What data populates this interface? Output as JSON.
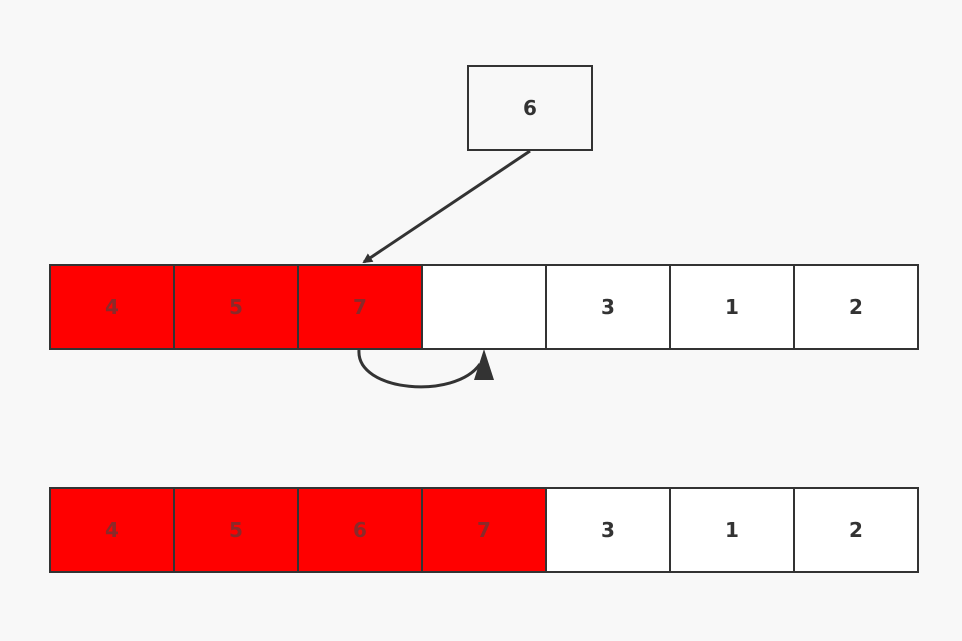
{
  "colors": {
    "sorted_fill": "#ff0000",
    "sorted_text": "#8a2a2a",
    "unsorted_fill": "#ffffff",
    "unsorted_text": "#333333",
    "stroke": "#333333"
  },
  "insert_key": {
    "value": "6"
  },
  "row_before": {
    "cells": [
      {
        "value": "4",
        "sorted": true
      },
      {
        "value": "5",
        "sorted": true
      },
      {
        "value": "7",
        "sorted": true
      },
      {
        "value": "",
        "sorted": false
      },
      {
        "value": "3",
        "sorted": false
      },
      {
        "value": "1",
        "sorted": false
      },
      {
        "value": "2",
        "sorted": false
      }
    ]
  },
  "row_after": {
    "cells": [
      {
        "value": "4",
        "sorted": true
      },
      {
        "value": "5",
        "sorted": true
      },
      {
        "value": "6",
        "sorted": true
      },
      {
        "value": "7",
        "sorted": true
      },
      {
        "value": "3",
        "sorted": false
      },
      {
        "value": "1",
        "sorted": false
      },
      {
        "value": "2",
        "sorted": false
      }
    ]
  }
}
